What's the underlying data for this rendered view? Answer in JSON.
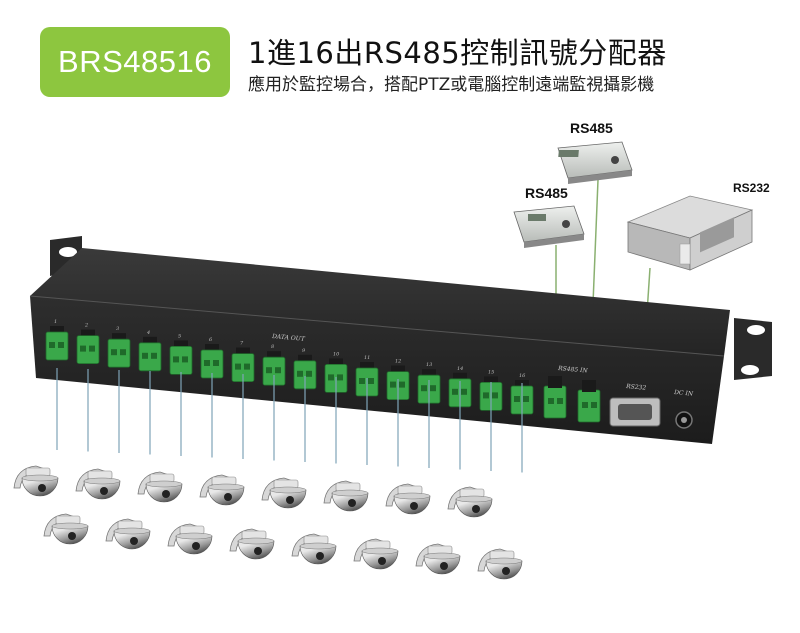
{
  "badge": {
    "text": "BRS48516"
  },
  "heading": {
    "title": "1進16出RS485控制訊號分配器",
    "subtitle": "應用於監控場合，搭配PTZ或電腦控制遠端監視攝影機"
  },
  "devices": {
    "controller_top_label": "RS485",
    "controller_left_label": "RS485",
    "computer_label": "RS232"
  },
  "panel": {
    "data_out_label": "DATA OUT",
    "rs485_in_label": "RS485 IN",
    "rs232_label": "RS232",
    "dc_in_label": "DC IN",
    "port_numbers": [
      "1",
      "2",
      "3",
      "4",
      "5",
      "6",
      "7",
      "8",
      "9",
      "10",
      "11",
      "12",
      "13",
      "14",
      "15",
      "16"
    ]
  },
  "colors": {
    "badge": "#8dc63f",
    "terminal": "#3aa84a",
    "chassis": "#2b2b2b",
    "wire": "#8ab070"
  }
}
